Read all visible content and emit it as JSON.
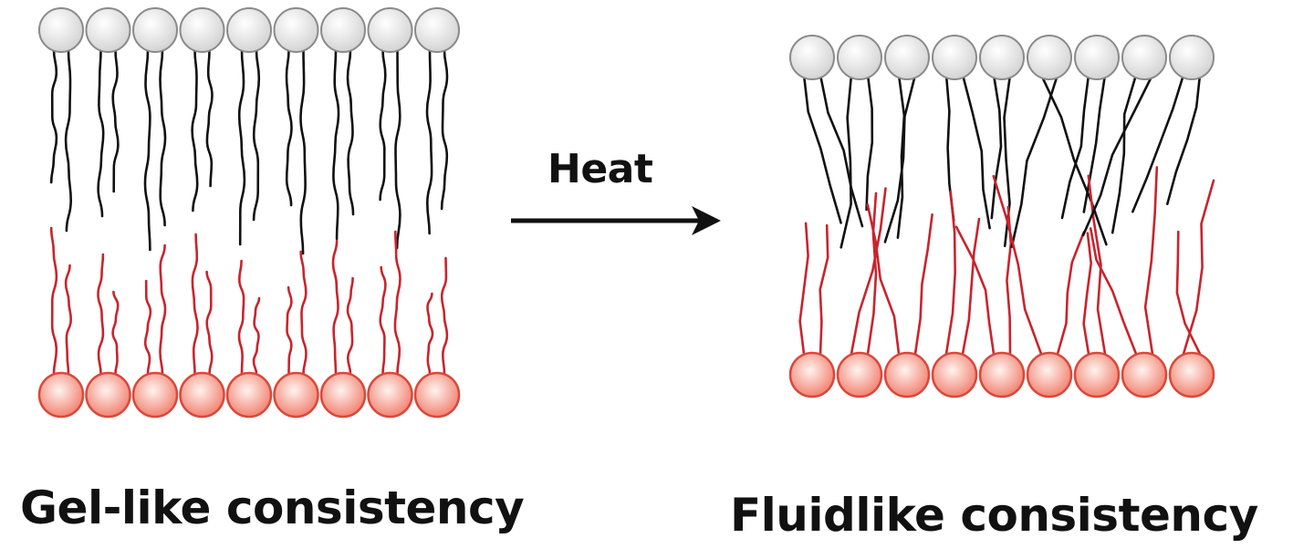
{
  "diagram": {
    "process_label": "Heat",
    "left_panel": {
      "caption": "Gel-like consistency",
      "lipids_per_leaflet": 9
    },
    "right_panel": {
      "caption": "Fluidlike consistency",
      "lipids_per_leaflet": 9
    }
  },
  "colors": {
    "upper_head_fill": "#e9e9e9",
    "upper_head_stroke": "#8a8a8a",
    "lower_head_fill": "#f6a090",
    "lower_head_stroke": "#d9483b",
    "upper_tail": "#111111",
    "lower_tail": "#c8242e",
    "arrow": "#111111"
  }
}
